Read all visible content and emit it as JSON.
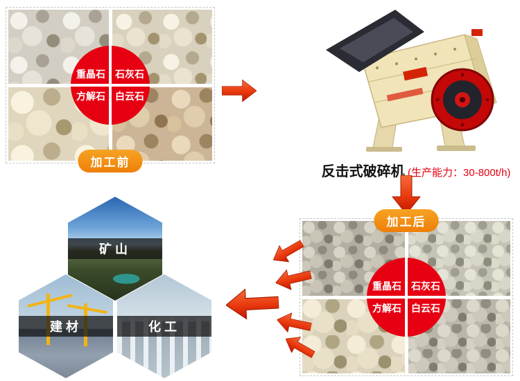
{
  "colors": {
    "accent_red": "#e60012",
    "arrow_red": "#e8380d",
    "badge_orange": "#f08419"
  },
  "icons": {
    "arrow_right": "block-arrow-right",
    "arrow_down": "block-arrow-down",
    "arrow_left": "block-arrow-left"
  },
  "before": {
    "badge": "加工前",
    "materials": [
      "重晶石",
      "石灰石",
      "方解石",
      "白云石"
    ]
  },
  "machine": {
    "name": "反击式破碎机",
    "capacity": "(生产能力：30-800t/h)"
  },
  "after": {
    "badge": "加工后",
    "materials": [
      "重晶石",
      "石灰石",
      "方解石",
      "白云石"
    ]
  },
  "applications": {
    "mining": "矿山",
    "building_materials": "建材",
    "chemical": "化工"
  }
}
